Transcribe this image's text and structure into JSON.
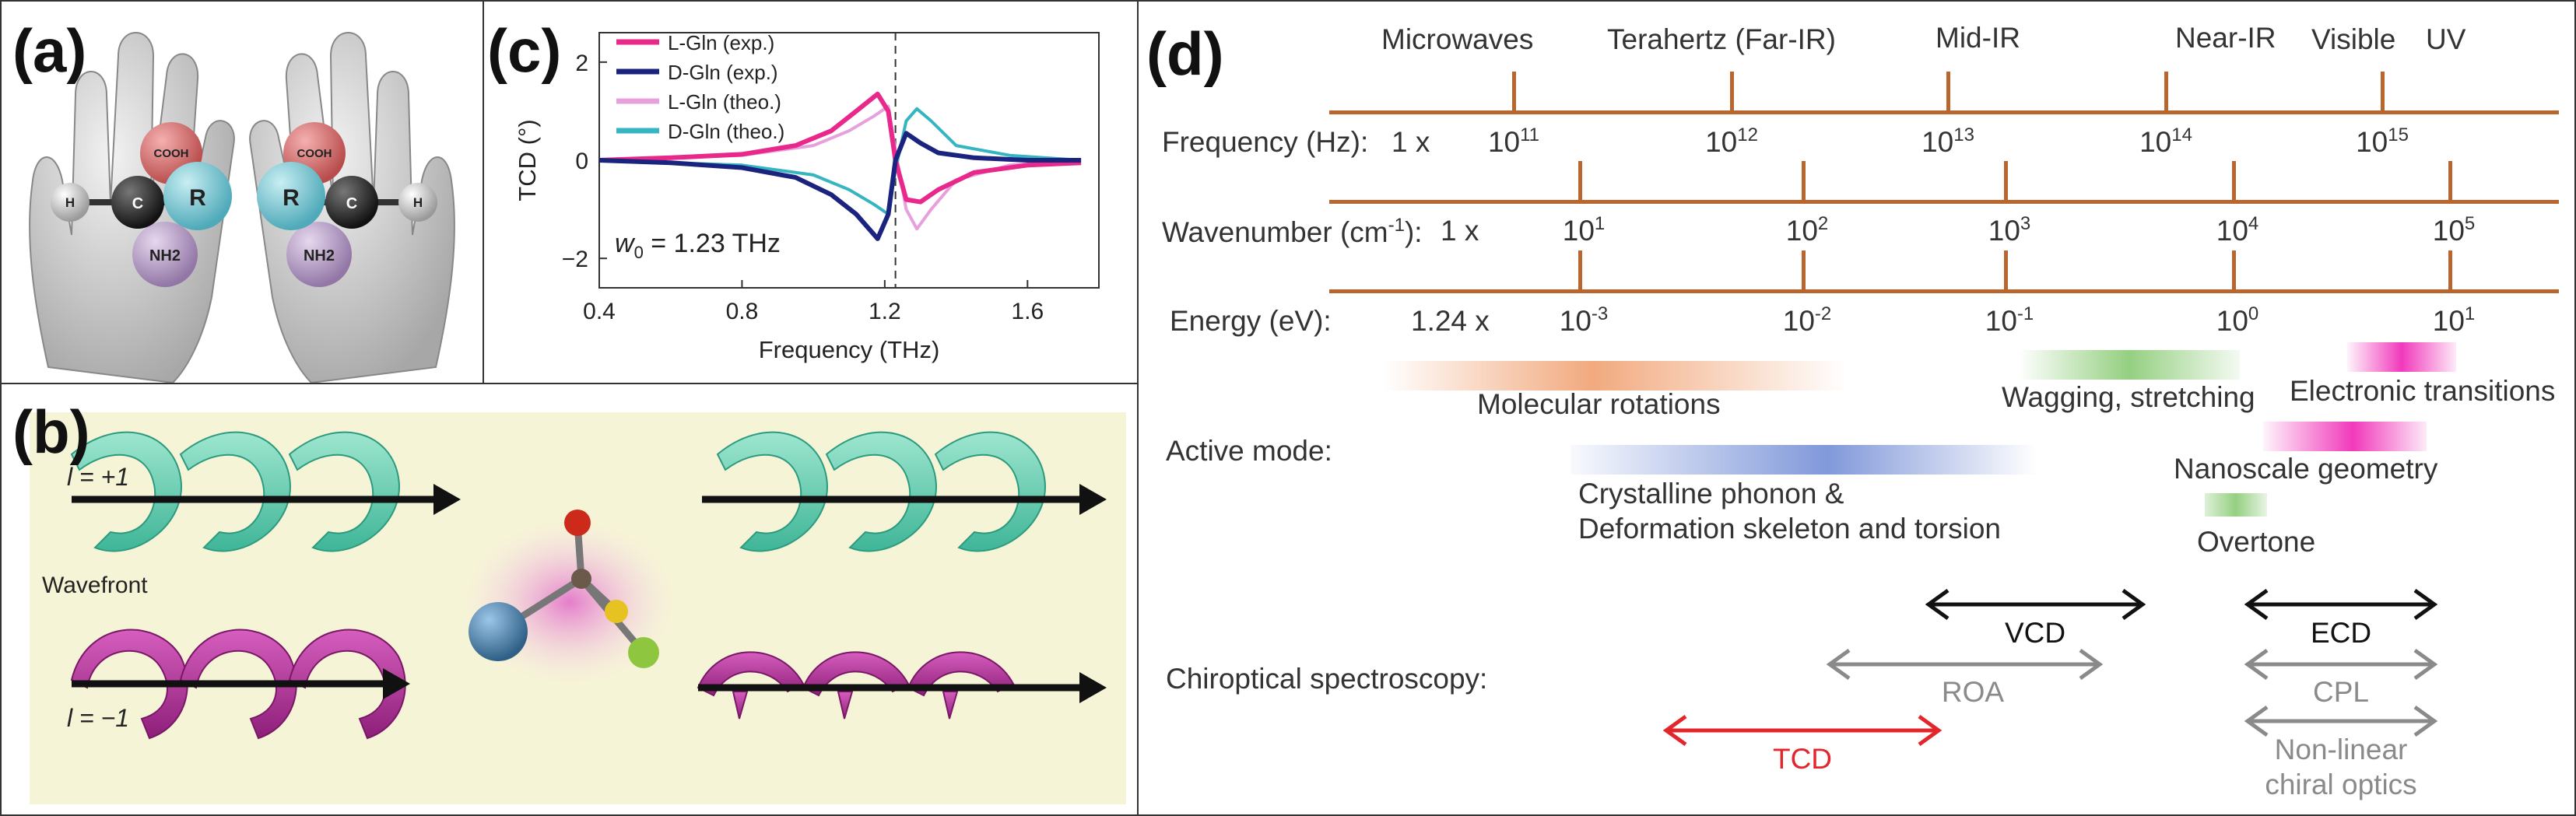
{
  "panel_a": {
    "label": "(a)",
    "left_molecule": {
      "top": "COOH",
      "left": "H",
      "center": "C",
      "right": "R",
      "bottom": "NH2"
    },
    "right_molecule": {
      "top": "COOH",
      "left": "R",
      "center": "C",
      "right": "H",
      "bottom": "NH2"
    },
    "colors": {
      "cooh": "#d86a6a",
      "r": "#7ec9d6",
      "c": "#333333",
      "h": "#cccccc",
      "nh2": "#b89ac8"
    }
  },
  "panel_b": {
    "label": "(b)",
    "l_plus": "l = +1",
    "l_minus": "l = −1",
    "wavefront": "Wavefront",
    "colors": {
      "teal": "#5ecfb0",
      "magenta": "#b8329a",
      "background": "#f6f4d6"
    }
  },
  "panel_c": {
    "label": "(c)",
    "annotation": "w0 = 1.23 THz",
    "annotation_w": "w",
    "annotation_sub": "0",
    "annotation_rest": " = 1.23 THz",
    "legend": [
      "L-Gln (exp.)",
      "D-Gln (exp.)",
      "L-Gln (theo.)",
      "D-Gln (theo.)"
    ]
  },
  "chart_data": {
    "type": "line",
    "xlabel": "Frequency (THz)",
    "ylabel": "TCD (°)",
    "xlim": [
      0.4,
      1.8
    ],
    "ylim": [
      -2.6,
      2.6
    ],
    "xticks": [
      0.4,
      0.8,
      1.2,
      1.6
    ],
    "yticks": [
      -2,
      0,
      2
    ],
    "vline": 1.23,
    "legend_position": "top-left",
    "series": [
      {
        "name": "L-Gln (exp.)",
        "color": "#e8288a",
        "x": [
          0.4,
          0.6,
          0.8,
          0.95,
          1.05,
          1.12,
          1.18,
          1.21,
          1.23,
          1.26,
          1.3,
          1.35,
          1.45,
          1.6,
          1.75
        ],
        "y": [
          0.0,
          0.05,
          0.12,
          0.3,
          0.6,
          1.0,
          1.35,
          1.0,
          0.0,
          -0.8,
          -0.85,
          -0.6,
          -0.25,
          -0.1,
          -0.05
        ]
      },
      {
        "name": "D-Gln (exp.)",
        "color": "#1a237e",
        "x": [
          0.4,
          0.6,
          0.8,
          0.95,
          1.05,
          1.12,
          1.18,
          1.21,
          1.23,
          1.26,
          1.3,
          1.35,
          1.45,
          1.6,
          1.75
        ],
        "y": [
          0.0,
          -0.05,
          -0.15,
          -0.35,
          -0.7,
          -1.1,
          -1.6,
          -1.1,
          0.0,
          0.55,
          0.35,
          0.15,
          0.05,
          0.0,
          0.0
        ]
      },
      {
        "name": "L-Gln (theo.)",
        "color": "#e7a0dc",
        "x": [
          0.4,
          0.8,
          1.0,
          1.1,
          1.17,
          1.21,
          1.23,
          1.26,
          1.29,
          1.33,
          1.4,
          1.55,
          1.75
        ],
        "y": [
          0.0,
          0.1,
          0.3,
          0.6,
          0.9,
          1.1,
          0.2,
          -1.0,
          -1.4,
          -1.0,
          -0.4,
          -0.1,
          0.0
        ]
      },
      {
        "name": "D-Gln (theo.)",
        "color": "#35b5c2",
        "x": [
          0.4,
          0.8,
          1.0,
          1.1,
          1.17,
          1.21,
          1.23,
          1.26,
          1.29,
          1.33,
          1.4,
          1.55,
          1.75
        ],
        "y": [
          0.0,
          -0.1,
          -0.3,
          -0.6,
          -0.9,
          -1.1,
          -0.2,
          0.8,
          1.05,
          0.8,
          0.3,
          0.1,
          0.0
        ]
      }
    ]
  },
  "panel_d": {
    "label": "(d)",
    "bands": [
      "Microwaves",
      "Terahertz (Far-IR)",
      "Mid-IR",
      "Near-IR",
      "Visible",
      "UV"
    ],
    "frequency": {
      "label": "Frequency (Hz):",
      "mult": "1 x",
      "base": "10",
      "exps": [
        "11",
        "12",
        "13",
        "14",
        "15"
      ]
    },
    "wavenumber": {
      "label": "Wavenumber (cm",
      "label_sup": "-1",
      "label_end": "):",
      "mult": "1 x",
      "base": "10",
      "exps": [
        "1",
        "2",
        "3",
        "4",
        "5"
      ]
    },
    "energy": {
      "label": "Energy (eV):",
      "mult": "1.24 x",
      "base": "10",
      "exps": [
        "-3",
        "-2",
        "-1",
        "0",
        "1"
      ]
    },
    "active_mode_label": "Active mode:",
    "modes": {
      "rotations": "Molecular rotations",
      "wagging": "Wagging, stretching",
      "electronic": "Electronic transitions",
      "nanoscale": "Nanoscale geometry",
      "phonon_1": "Crystalline phonon &",
      "phonon_2": "Deformation skeleton and torsion",
      "overtone": "Overtone"
    },
    "mode_colors": {
      "rotations": "#f0a070",
      "wagging": "#8fcd7a",
      "electronic": "#f02fb8",
      "phonon": "#7a93d8"
    },
    "chiroptical_label": "Chiroptical spectroscopy:",
    "arrows": {
      "vcd": "VCD",
      "ecd": "ECD",
      "roa": "ROA",
      "cpl": "CPL",
      "nonlinear_1": "Non-linear",
      "nonlinear_2": "chiral optics",
      "tcd": "TCD"
    },
    "arrow_colors": {
      "black": "#111111",
      "gray": "#8a8a8a",
      "red": "#e3262b"
    }
  }
}
